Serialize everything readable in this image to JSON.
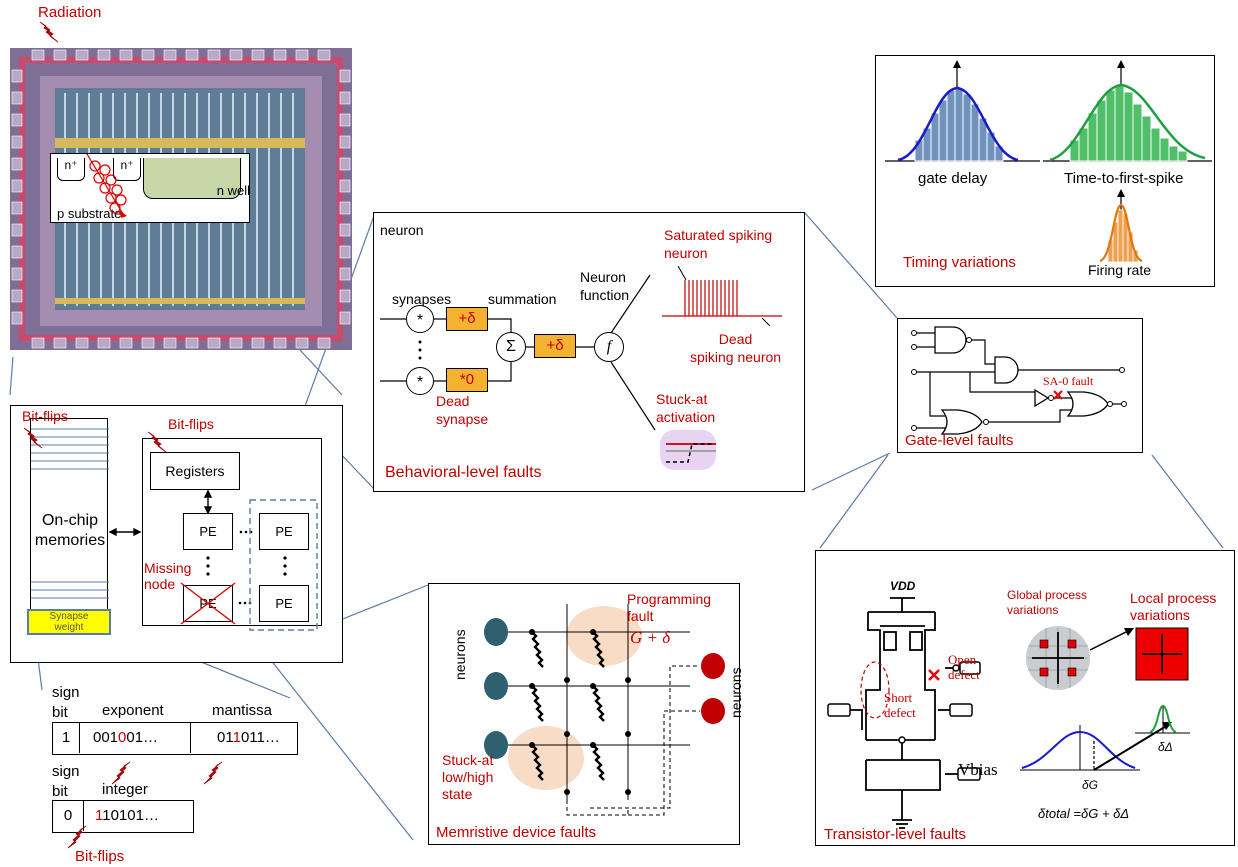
{
  "radiation": {
    "label": "Radiation"
  },
  "chip": {
    "n1": "n⁺",
    "n2": "n⁺",
    "nwell": "n well",
    "psub": "p substrate"
  },
  "arch": {
    "bitflips_mem": "Bit-flips",
    "bitflips_pe": "Bit-flips",
    "memories": "On-chip\nmemories",
    "registers": "Registers",
    "pe": "PE",
    "missing": "Missing\nnode",
    "synapse_weight": "Synapse\nweight"
  },
  "formats": {
    "sign_bit": "sign\nbit",
    "exponent": "exponent",
    "mantissa": "mantissa",
    "float_sign": "1",
    "exp_pre": "001",
    "exp_red": "0",
    "exp_post": "01…",
    "man_pre": "01",
    "man_red": "1",
    "man_post": "011…",
    "integer": "integer",
    "int_sign": "0",
    "int_red": "1",
    "int_post": "10101…",
    "bitflips": "Bit-flips"
  },
  "behavioral": {
    "title": "Behavioral-level faults",
    "neuron": "neuron",
    "synapses": "synapses",
    "summation": "summation",
    "neuron_function": "Neuron\nfunction",
    "plus_delta": "+δ",
    "times_zero": "*0",
    "dead_synapse": "Dead\nsynapse",
    "saturated": "Saturated spiking\nneuron",
    "dead_neuron": "Dead\nspiking neuron",
    "stuck_act": "Stuck-at\nactivation",
    "star": "*",
    "sigma": "Σ",
    "f": "f"
  },
  "timing": {
    "title": "Timing variations",
    "gate_delay": "gate delay",
    "ttfs": "Time-to-first-spike",
    "firing": "Firing rate"
  },
  "gate": {
    "title": "Gate-level faults",
    "sa0": "SA-0 fault"
  },
  "memristive": {
    "title": "Memristive device faults",
    "programming": "Programming\nfault",
    "g_delta": "G + δ",
    "stuck": "Stuck-at\nlow/high\nstate",
    "neurons_left": "neurons",
    "neurons_right": "neurons"
  },
  "transistor": {
    "title": "Transistor-level faults",
    "vdd": "VDD",
    "global": "Global process\nvariations",
    "local": "Local process\nvariations",
    "open": "Open\ndefect",
    "short": "Short\ndefect",
    "vbias": "Vbias",
    "delta_g": "δG",
    "delta_d": "δΔ",
    "total": "δtotal =δG + δΔ"
  }
}
